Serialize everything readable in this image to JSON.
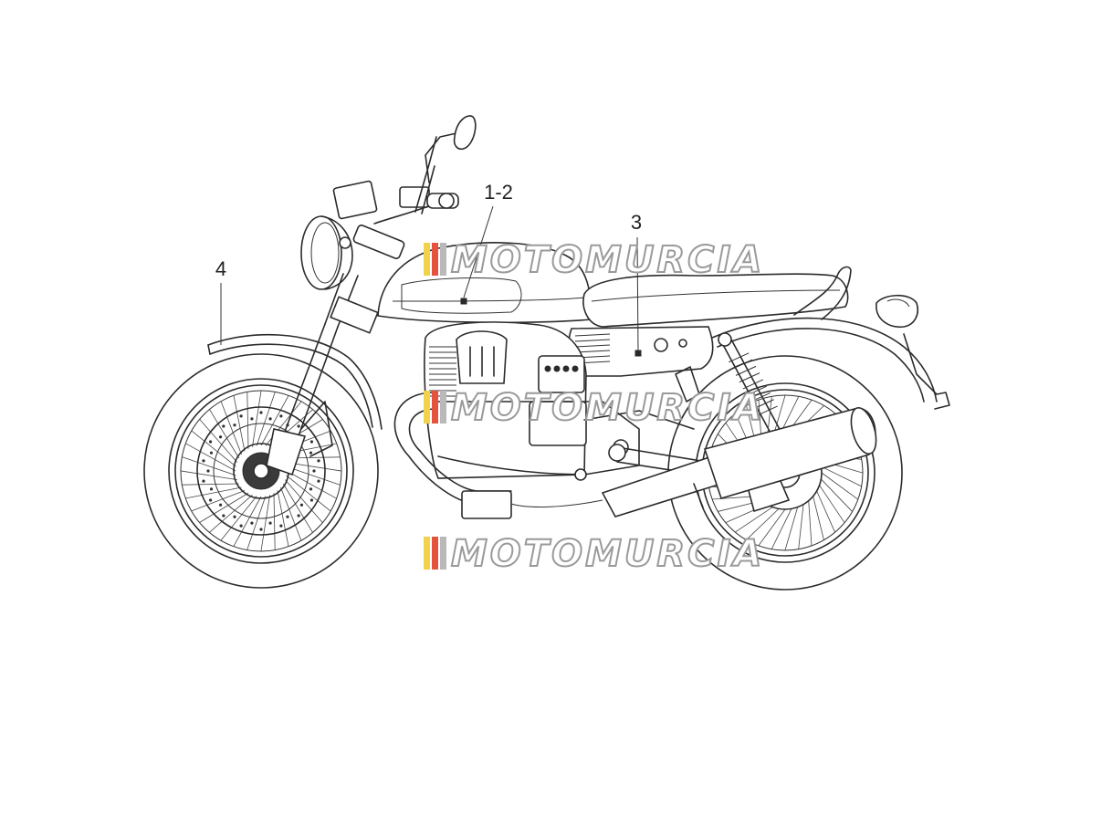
{
  "callouts": [
    {
      "id": "tank-decal",
      "label": "1-2"
    },
    {
      "id": "side-panel-decal",
      "label": "3"
    },
    {
      "id": "front-mudguard-decal",
      "label": "4"
    }
  ],
  "watermark": {
    "text": "MOTOMURCIA",
    "stripe_colors": [
      "#f1d24a",
      "#e5533d",
      "#b9b9b9",
      "#6fbf73"
    ]
  }
}
